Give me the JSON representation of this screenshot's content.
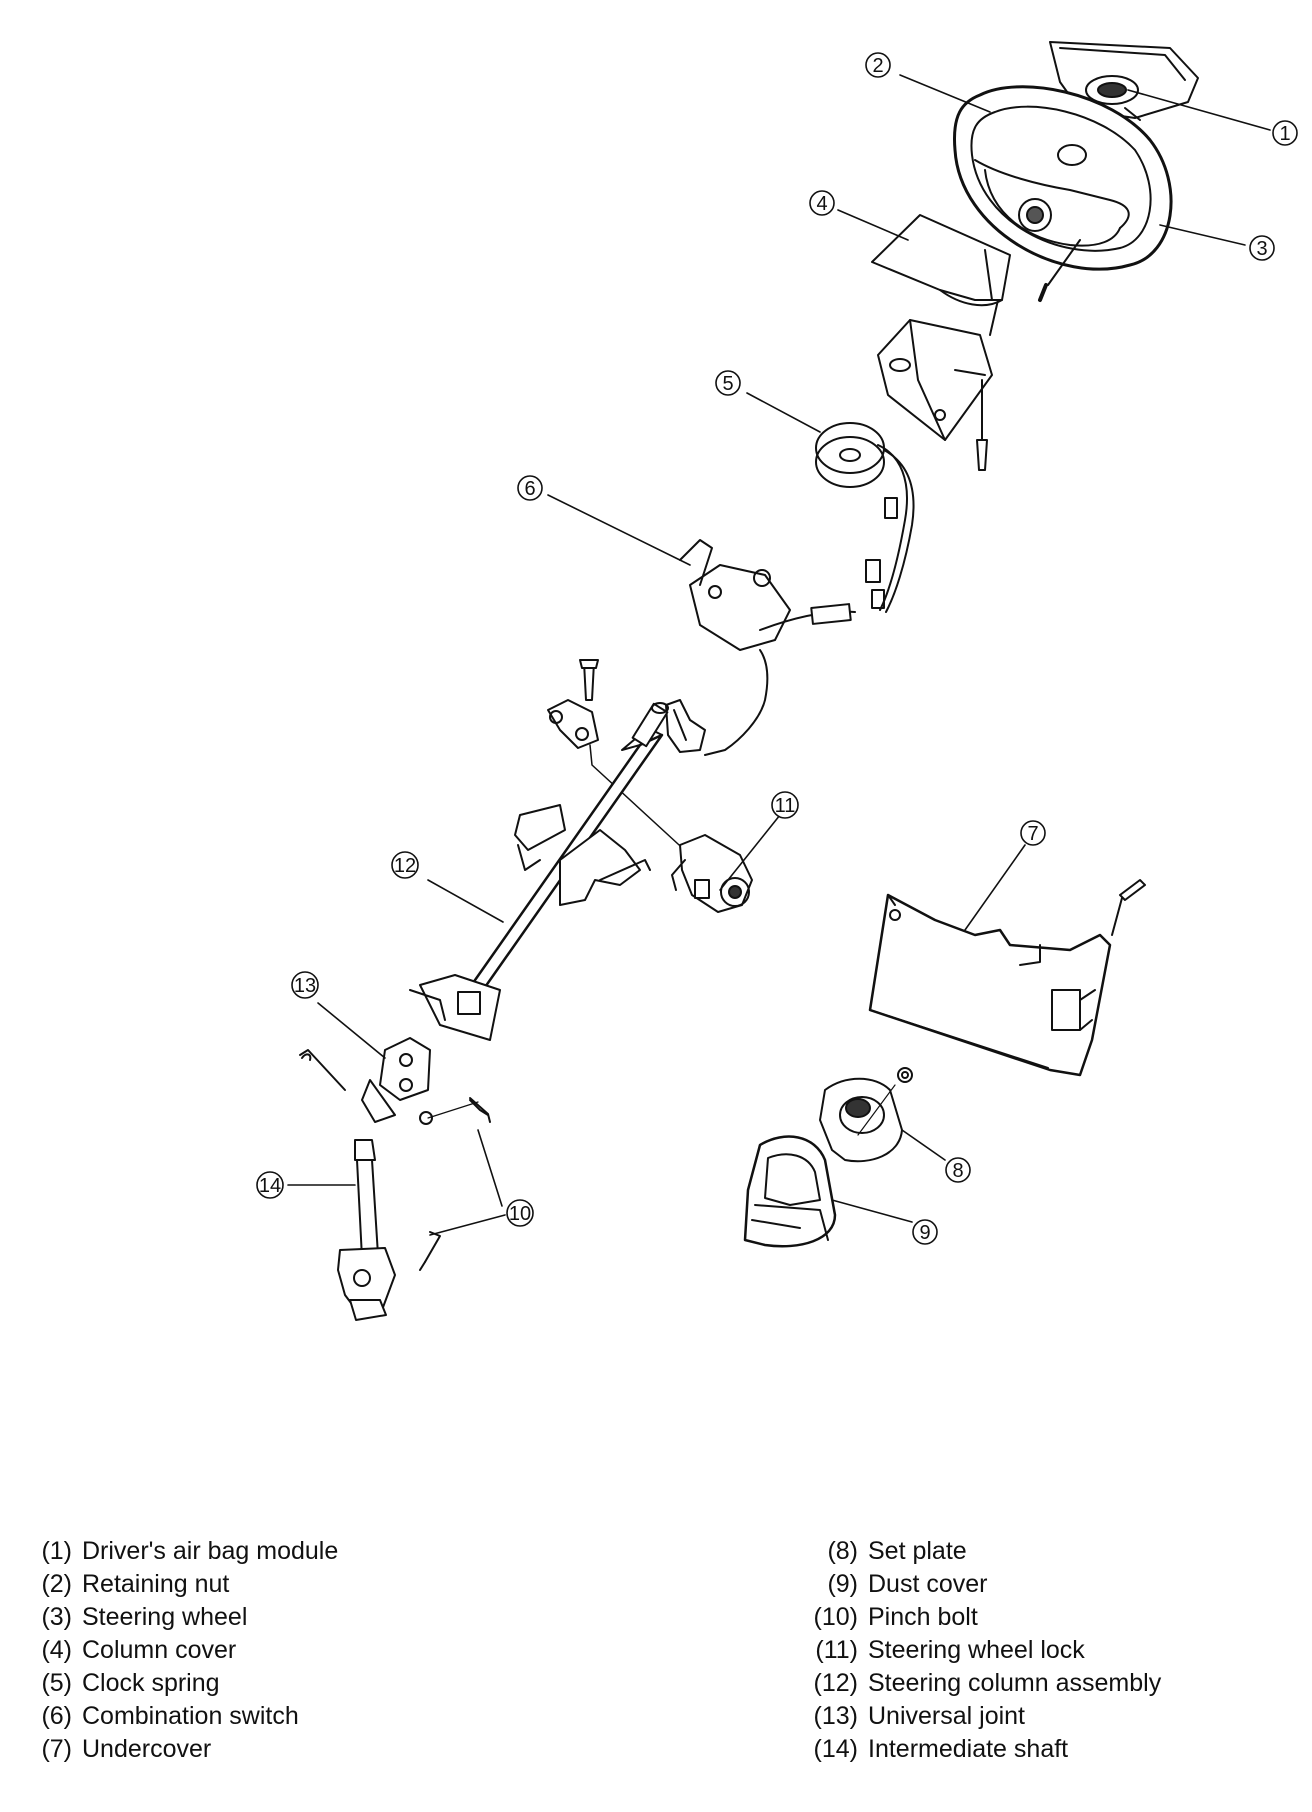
{
  "callouts": [
    {
      "num": "1",
      "part": "Driver's air bag module"
    },
    {
      "num": "2",
      "part": "Retaining nut"
    },
    {
      "num": "3",
      "part": "Steering wheel"
    },
    {
      "num": "4",
      "part": "Column cover"
    },
    {
      "num": "5",
      "part": "Clock spring"
    },
    {
      "num": "6",
      "part": "Combination switch"
    },
    {
      "num": "7",
      "part": "Undercover"
    },
    {
      "num": "8",
      "part": "Set plate"
    },
    {
      "num": "9",
      "part": "Dust cover"
    },
    {
      "num": "10",
      "part": "Pinch bolt"
    },
    {
      "num": "11",
      "part": "Steering wheel lock"
    },
    {
      "num": "12",
      "part": "Steering column assembly"
    },
    {
      "num": "13",
      "part": "Universal joint"
    },
    {
      "num": "14",
      "part": "Intermediate shaft"
    }
  ],
  "legend": {
    "left": [
      {
        "num": "(1)",
        "label": "Driver's air bag module"
      },
      {
        "num": "(2)",
        "label": "Retaining nut"
      },
      {
        "num": "(3)",
        "label": "Steering wheel"
      },
      {
        "num": "(4)",
        "label": "Column cover"
      },
      {
        "num": "(5)",
        "label": "Clock spring"
      },
      {
        "num": "(6)",
        "label": "Combination switch"
      },
      {
        "num": "(7)",
        "label": "Undercover"
      }
    ],
    "right": [
      {
        "num": "(8)",
        "label": "Set plate"
      },
      {
        "num": "(9)",
        "label": "Dust cover"
      },
      {
        "num": "(10)",
        "label": "Pinch bolt"
      },
      {
        "num": "(11)",
        "label": "Steering wheel lock"
      },
      {
        "num": "(12)",
        "label": "Steering column assembly"
      },
      {
        "num": "(13)",
        "label": "Universal joint"
      },
      {
        "num": "(14)",
        "label": "Intermediate shaft"
      }
    ]
  }
}
